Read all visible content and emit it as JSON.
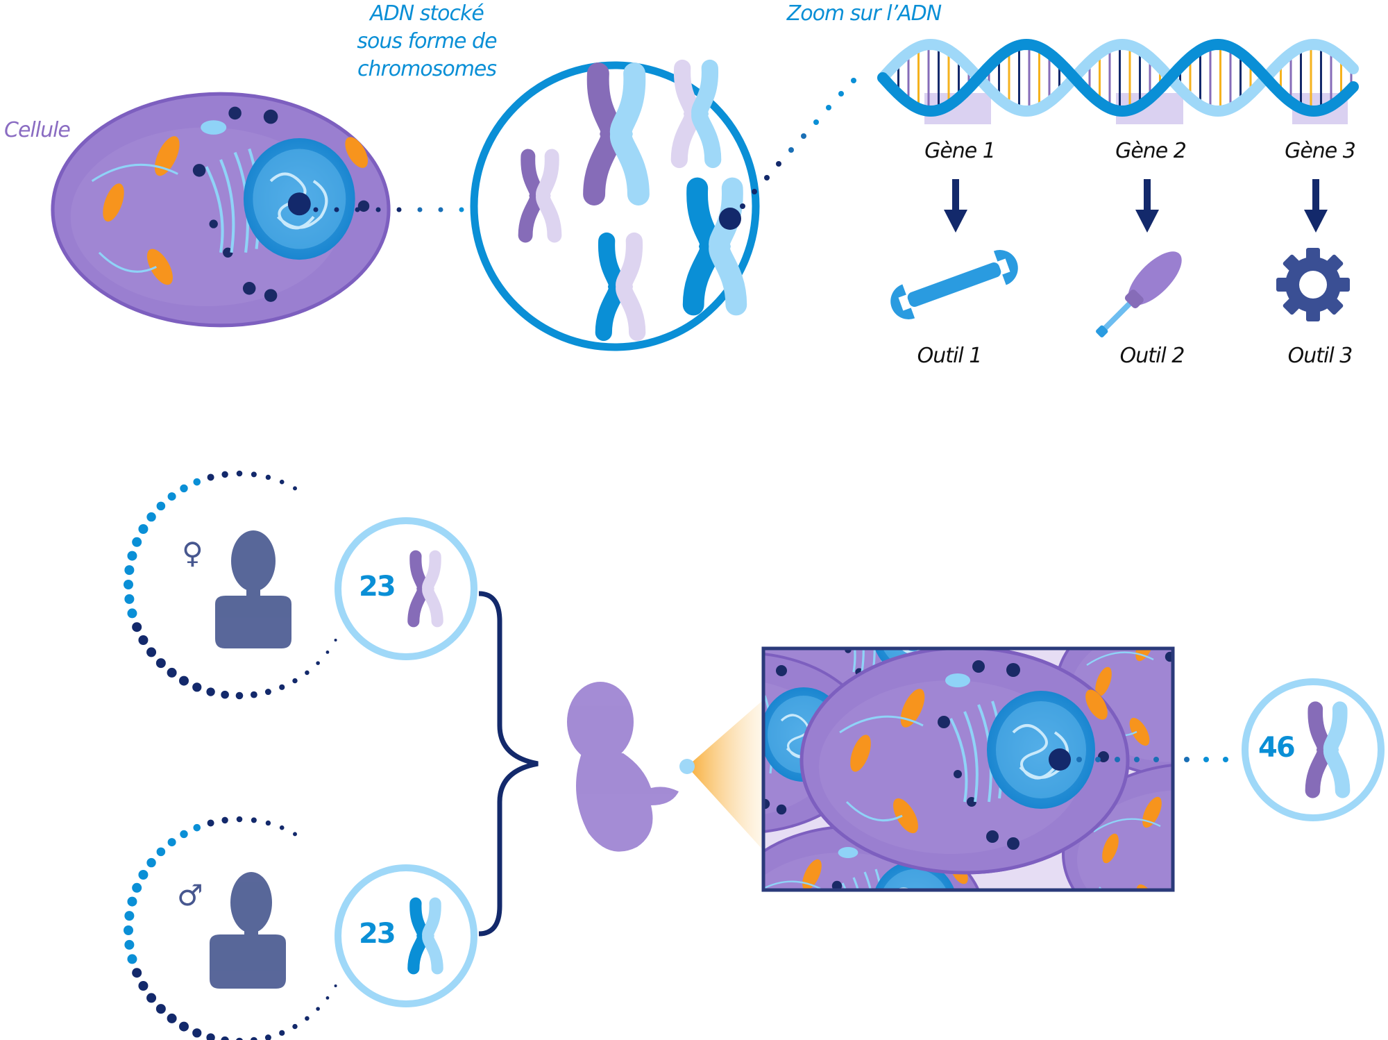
{
  "labels": {
    "cell": "Cellule",
    "chromosomes": [
      "ADN stocké",
      "sous forme de",
      "chromosomes"
    ],
    "dna_zoom": "Zoom sur l’ADN"
  },
  "genes": [
    {
      "label": "Gène 1",
      "tool": "Outil 1",
      "tool_icon": "wrench-icon"
    },
    {
      "label": "Gène 2",
      "tool": "Outil 2",
      "tool_icon": "screwdriver-icon"
    },
    {
      "label": "Gène 3",
      "tool": "Outil 3",
      "tool_icon": "gear-icon"
    }
  ],
  "parents": [
    {
      "sex": "female",
      "symbol": "♀",
      "chromosome_count": "23"
    },
    {
      "sex": "male",
      "symbol": "♂",
      "chromosome_count": "23"
    }
  ],
  "offspring": {
    "chromosome_count": "46"
  },
  "colors": {
    "blue": "#0a8fd6",
    "light_blue": "#9fd8f8",
    "navy": "#13296b",
    "purple": "#866cb8",
    "lavender": "#ddd4f0",
    "cell_purple": "#9a7fd0",
    "orange": "#f7941d",
    "gold": "#f5b21d"
  }
}
